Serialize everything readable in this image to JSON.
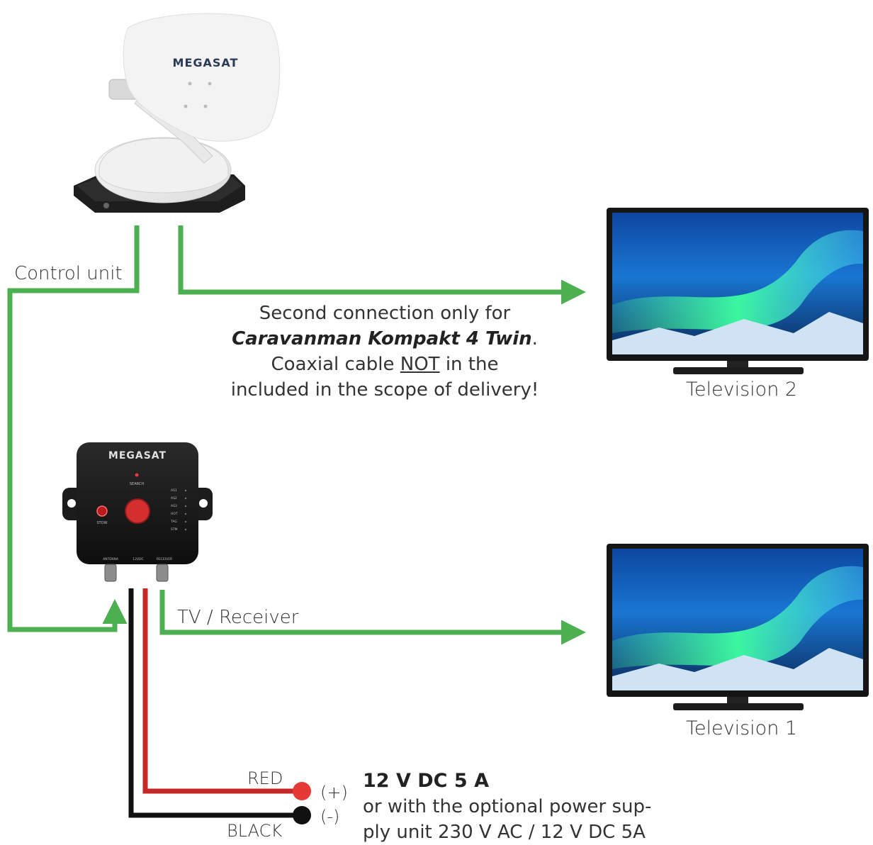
{
  "antenna": {
    "brand": "MEGASAT"
  },
  "control_box": {
    "brand": "MEGASAT",
    "search_label": "SEARCH",
    "stow_label": "STOW",
    "indicators": [
      "AS1",
      "AS2",
      "AS3",
      "HOT",
      "TAG",
      "STM"
    ],
    "ports": [
      "ANTENNA",
      "12VDC",
      "RECEIVER"
    ]
  },
  "labels": {
    "control_unit": "Control unit",
    "tv_receiver": "TV / Receiver",
    "television_2": "Television 2",
    "television_1": "Television 1",
    "red": "RED",
    "black": "BLACK",
    "plus": "(+)",
    "minus": "(-)"
  },
  "note": {
    "line1": "Second connection only for",
    "product": "Caravanman Kompakt 4 Twin",
    "product_suffix": ".",
    "line3_pre": "Coaxial cable ",
    "line3_not": "NOT",
    "line3_post": " in the",
    "line4": "included in the scope of delivery!"
  },
  "power": {
    "title": "12 V DC 5 A",
    "line2": "or with the optional power sup-",
    "line3": "ply unit 230 V AC / 12 V DC 5A"
  },
  "colors": {
    "cable_green": "#4caf50",
    "wire_red": "#c62828",
    "wire_black": "#111111",
    "terminal_red": "#e53935",
    "screen_blue": "#1565c0",
    "aurora_green": "#33e08a"
  }
}
